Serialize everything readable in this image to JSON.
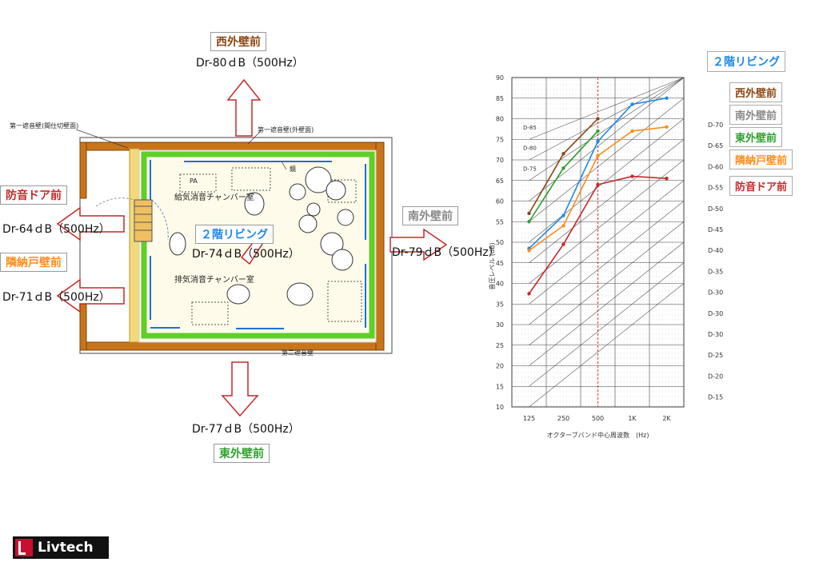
{
  "plan": {
    "labels": {
      "west_wall": "西外壁前",
      "west_value": "Dr-80ｄB（500Hz）",
      "east_wall": "東外壁前",
      "east_value": "Dr-77ｄB（500Hz）",
      "south_wall": "南外壁前",
      "south_value": "Dr-79ｄB（500Hz）",
      "door_front": "防音ドア前",
      "door_value": "Dr-64ｄB（500Hz）",
      "closet_front": "隣納戸壁前",
      "closet_value": "Dr-71ｄB（500Hz）",
      "living2": "２階リビング",
      "living2_value": "Dr-74ｄB（500Hz）",
      "note_first_wall_partition": "第一遮音壁(間仕切壁面)",
      "note_first_wall_exterior": "第一遮音壁(外壁面)",
      "note_second_wall": "第二遮音壁",
      "supply_chamber": "給気消音チャンバー室",
      "exhaust_chamber": "排気消音チャンバー室",
      "mirror": "鏡",
      "pa": "PA"
    }
  },
  "chart_data": {
    "type": "line",
    "xlabel": "オクターブバンド中心周波数　(Hz)",
    "ylabel": "音圧レベル (dB)",
    "ylim": [
      10,
      90
    ],
    "yticks": [
      10,
      15,
      20,
      25,
      30,
      35,
      40,
      45,
      50,
      55,
      60,
      65,
      70,
      75,
      80,
      85,
      90
    ],
    "categories": [
      "125",
      "250",
      "500",
      "1K",
      "2K"
    ],
    "right_labels": [
      "D-70",
      "D-65",
      "D-60",
      "D-55",
      "D-50",
      "D-45",
      "D-40",
      "D-35",
      "D-30",
      "D-30",
      "D-30",
      "D-25",
      "D-20",
      "D-15"
    ],
    "inner_labels": [
      "D-85",
      "D-80",
      "D-75"
    ],
    "series": [
      {
        "name": "西外壁前",
        "color": "#8B4513",
        "values": [
          57,
          71.5,
          80
        ]
      },
      {
        "name": "東外壁前",
        "color": "#2ca02c",
        "values": [
          55,
          68,
          77
        ]
      },
      {
        "name": "２階リビング",
        "color": "#1e88e5",
        "values": [
          48.5,
          56.5,
          74.5,
          83.5,
          85
        ]
      },
      {
        "name": "隣納戸壁前",
        "color": "#ff8c1a",
        "values": [
          48,
          54,
          71,
          77,
          78
        ]
      },
      {
        "name": "防音ドア前",
        "color": "#c62828",
        "values": [
          37.5,
          49.5,
          64,
          66,
          65.5
        ]
      },
      {
        "name": "南外壁前",
        "color": "#888888",
        "values": []
      }
    ],
    "legend_title": "２階リビング",
    "legend": [
      "西外壁前",
      "南外壁前",
      "東外壁前",
      "隣納戸壁前",
      "防音ドア前"
    ]
  },
  "logo": {
    "text": "Livtech"
  }
}
